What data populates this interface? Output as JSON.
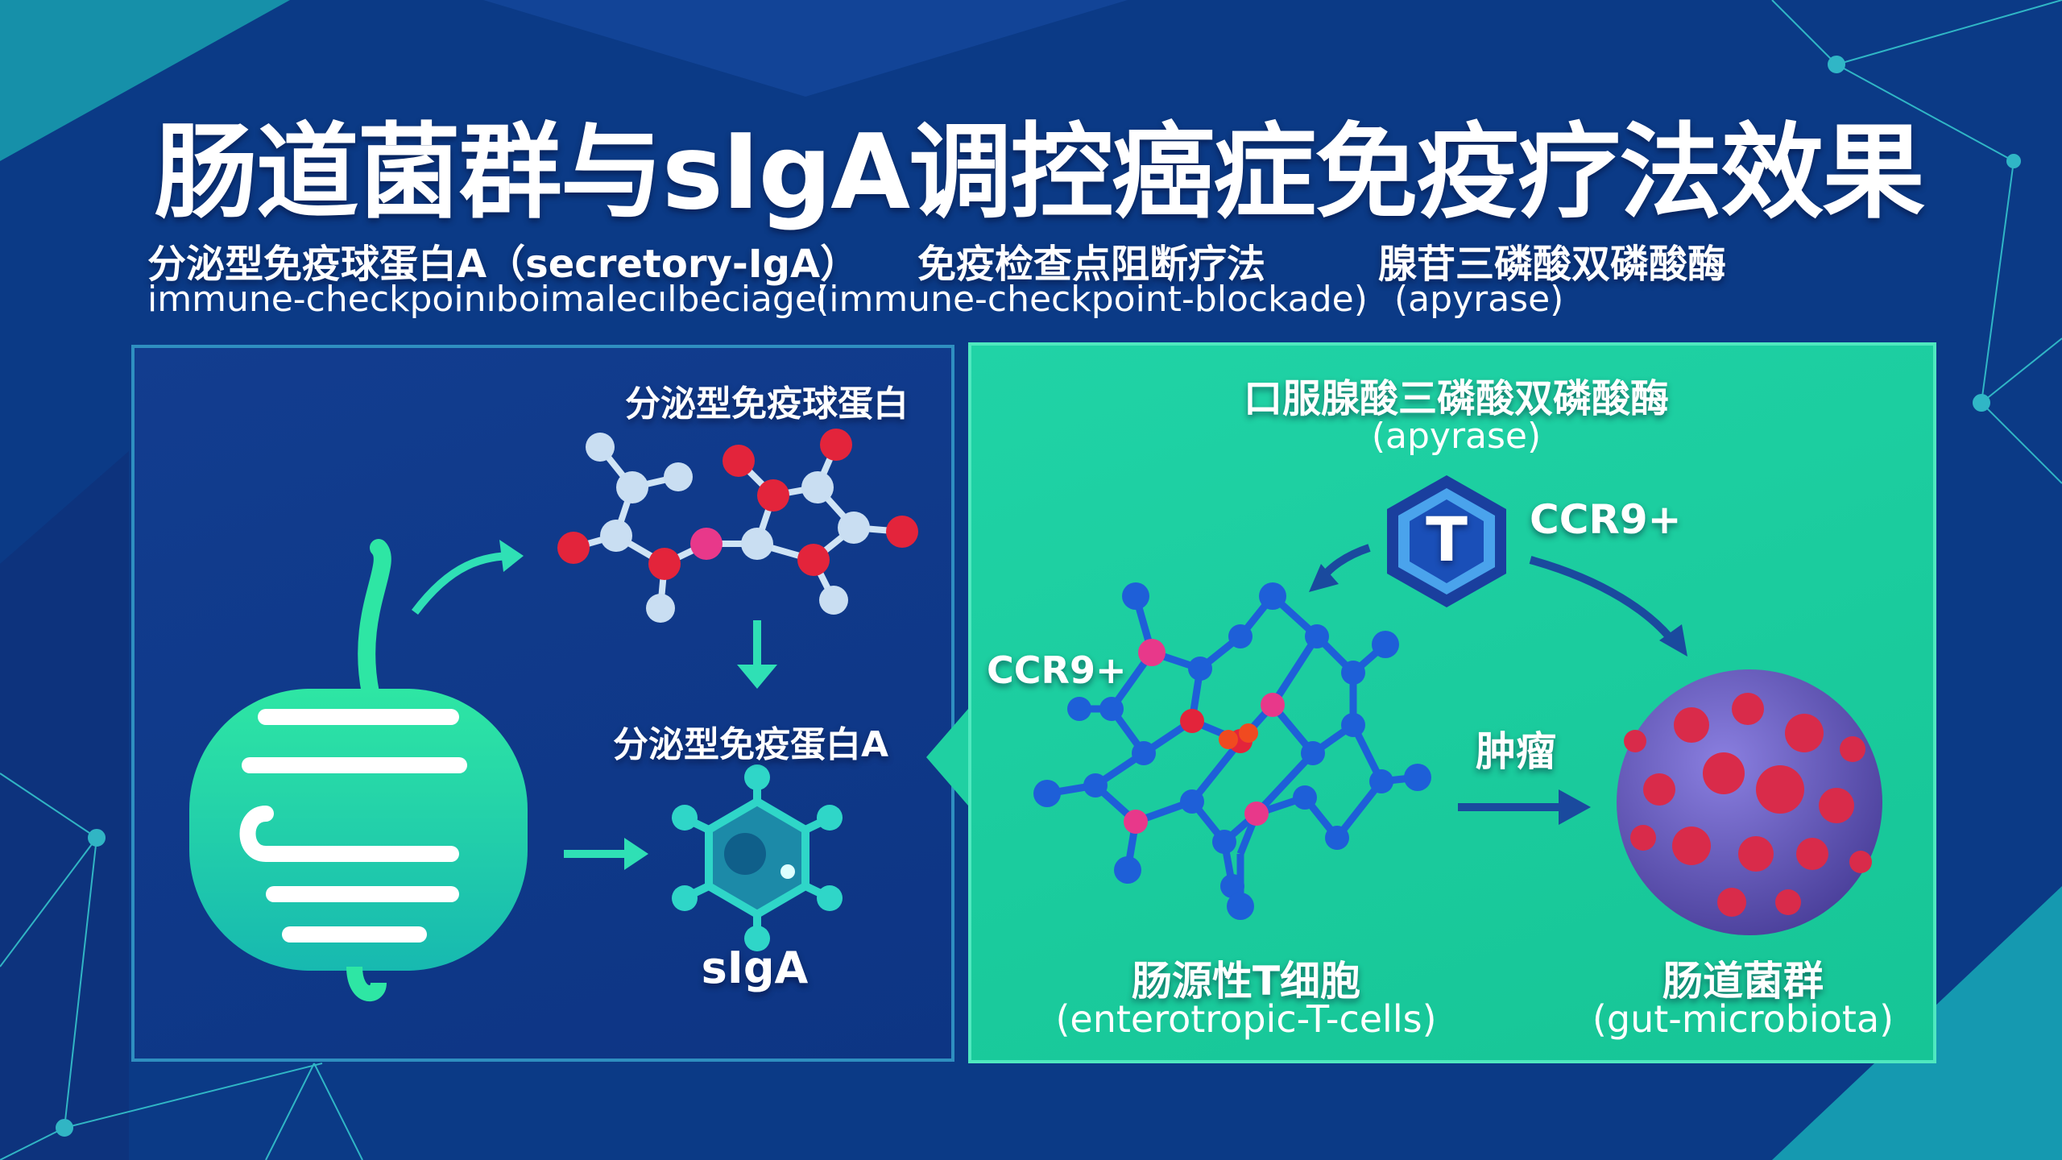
{
  "title": "肠道菌群与sIgA调控癌症免疫疗法效果",
  "subtitles": [
    {
      "cn": "分泌型免疫球蛋白A（secretory-IgA）",
      "en": "immune-checkpoinıboimalecılbeciagei"
    },
    {
      "cn": "免疫检查点阻断疗法",
      "en": "(immune-checkpoint-blockade)"
    },
    {
      "cn": "腺苷三磷酸双磷酸酶",
      "en": "(apyrase)"
    }
  ],
  "left_panel": {
    "molecule_label": "分泌型免疫球蛋白",
    "protein_label": "分泌型免疫蛋白A",
    "siga_label": "sIgA"
  },
  "right_panel": {
    "title_cn": "口服腺酸三磷酸双磷酸酶",
    "title_en": "(apyrase)",
    "t_cell_letter": "T",
    "ccr9_top": "CCR9+",
    "ccr9_left": "CCR9+",
    "tumor_label": "肿瘤",
    "tcells_cn": "肠源性T细胞",
    "tcells_en": "(enterotropic-T-cells)",
    "microbiota_cn": "肠道菌群",
    "microbiota_en": "(gut-microbiota)"
  },
  "colors": {
    "background": "#0b3a86",
    "left_panel": "#123d8f",
    "right_panel": "#1fd0a2",
    "accent_teal": "#2fe0b5",
    "molecule_red": "#e3243b",
    "network_blue": "#1e5fd8"
  },
  "icons": [
    "gut-icon",
    "molecule-icon",
    "antibody-icon",
    "t-cell-hexagon-icon",
    "cell-network-icon",
    "tumor-icon",
    "arrow-icon"
  ]
}
